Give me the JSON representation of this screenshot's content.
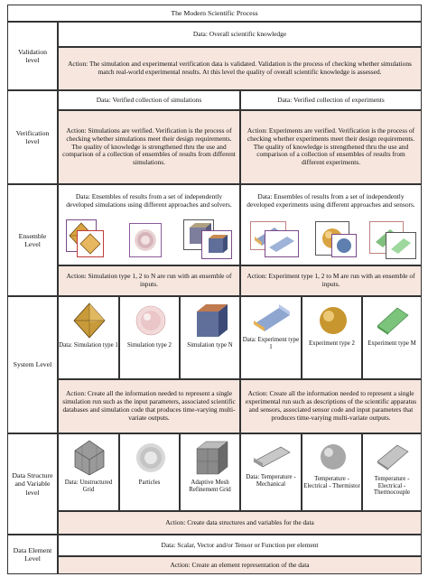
{
  "title": "The Modern Scientific Process",
  "levels": {
    "validation": "Validation level",
    "verification": "Verification level",
    "ensemble": "Ensemble Level",
    "system": "System Level",
    "data_structure": "Data Structure and Variable level",
    "data_element": "Data Element Level"
  },
  "validation": {
    "data": "Data: Overall scientific knowledge",
    "action": "Action: The simulation and experimental verification data is validated. Validation is the process of checking whether simulations match real-world experimental results. At this level the quality of overall scientific knowledge is assessed."
  },
  "verification": {
    "sim_data": "Data: Verified collection of simulations",
    "exp_data": "Data: Verified collection of experiments",
    "sim_action": "Action: Simulations are verified. Verification is the process of checking whether simulations meet their design requirements. The quality of knowledge is strengthened thru the use and comparison of a collection of ensembles of results from different simulations.",
    "exp_action": "Action: Experiments are verified. Verification is the process of checking whether experiments meet their design requirements. The quality of knowledge is strengthened thru the use and comparison of a collection of ensembles of results from different experiments."
  },
  "ensemble": {
    "sim_data": "Data: Ensembles of results from a set of independently developed simulations using different approaches and solvers.",
    "exp_data": "Data: Ensembles of results from a set of independently developed experiments using different approaches and sensors.",
    "sim_action": "Action: Simulation type 1, 2 to N are run with an ensemble of inputs.",
    "exp_action": "Action: Experiment type 1, 2 to M are run with an ensemble of inputs."
  },
  "system": {
    "sim_items": [
      "Data: Simulation type 1",
      "Simulation type 2",
      "Simulation type N"
    ],
    "exp_items": [
      "Data: Experiment type 1",
      "Experiment type 2",
      "Experiment type M"
    ],
    "sim_action": "Action: Create all the information needed to represent a single simulation run such as the input parameters, associated scientific databases and simulation code that produces time-varying multi-variate outputs.",
    "exp_action": "Action: Create all the information needed to represent a single experimental run such as descriptions of the scientific apparatus and sensors, associated sensor code and input parameters that produces time-varying multi-variate outputs."
  },
  "data_structure": {
    "items": [
      "Data: Unstructured Grid",
      "Particles",
      "Adaptive Mesh Refinement Grid",
      "Data: Temperature - Mechanical",
      "Temperature - Electrical - Thermistor",
      "Temperature - Electrical - Thermocouple"
    ],
    "action": "Action:  Create data structures and variables for the data"
  },
  "data_element": {
    "data": "Data: Scalar, Vector and/or Tensor or Function per element",
    "action": "Action:  Create an element representation of the data"
  },
  "colors": {
    "action_fill": "#f6e6de",
    "border": "#333333"
  }
}
